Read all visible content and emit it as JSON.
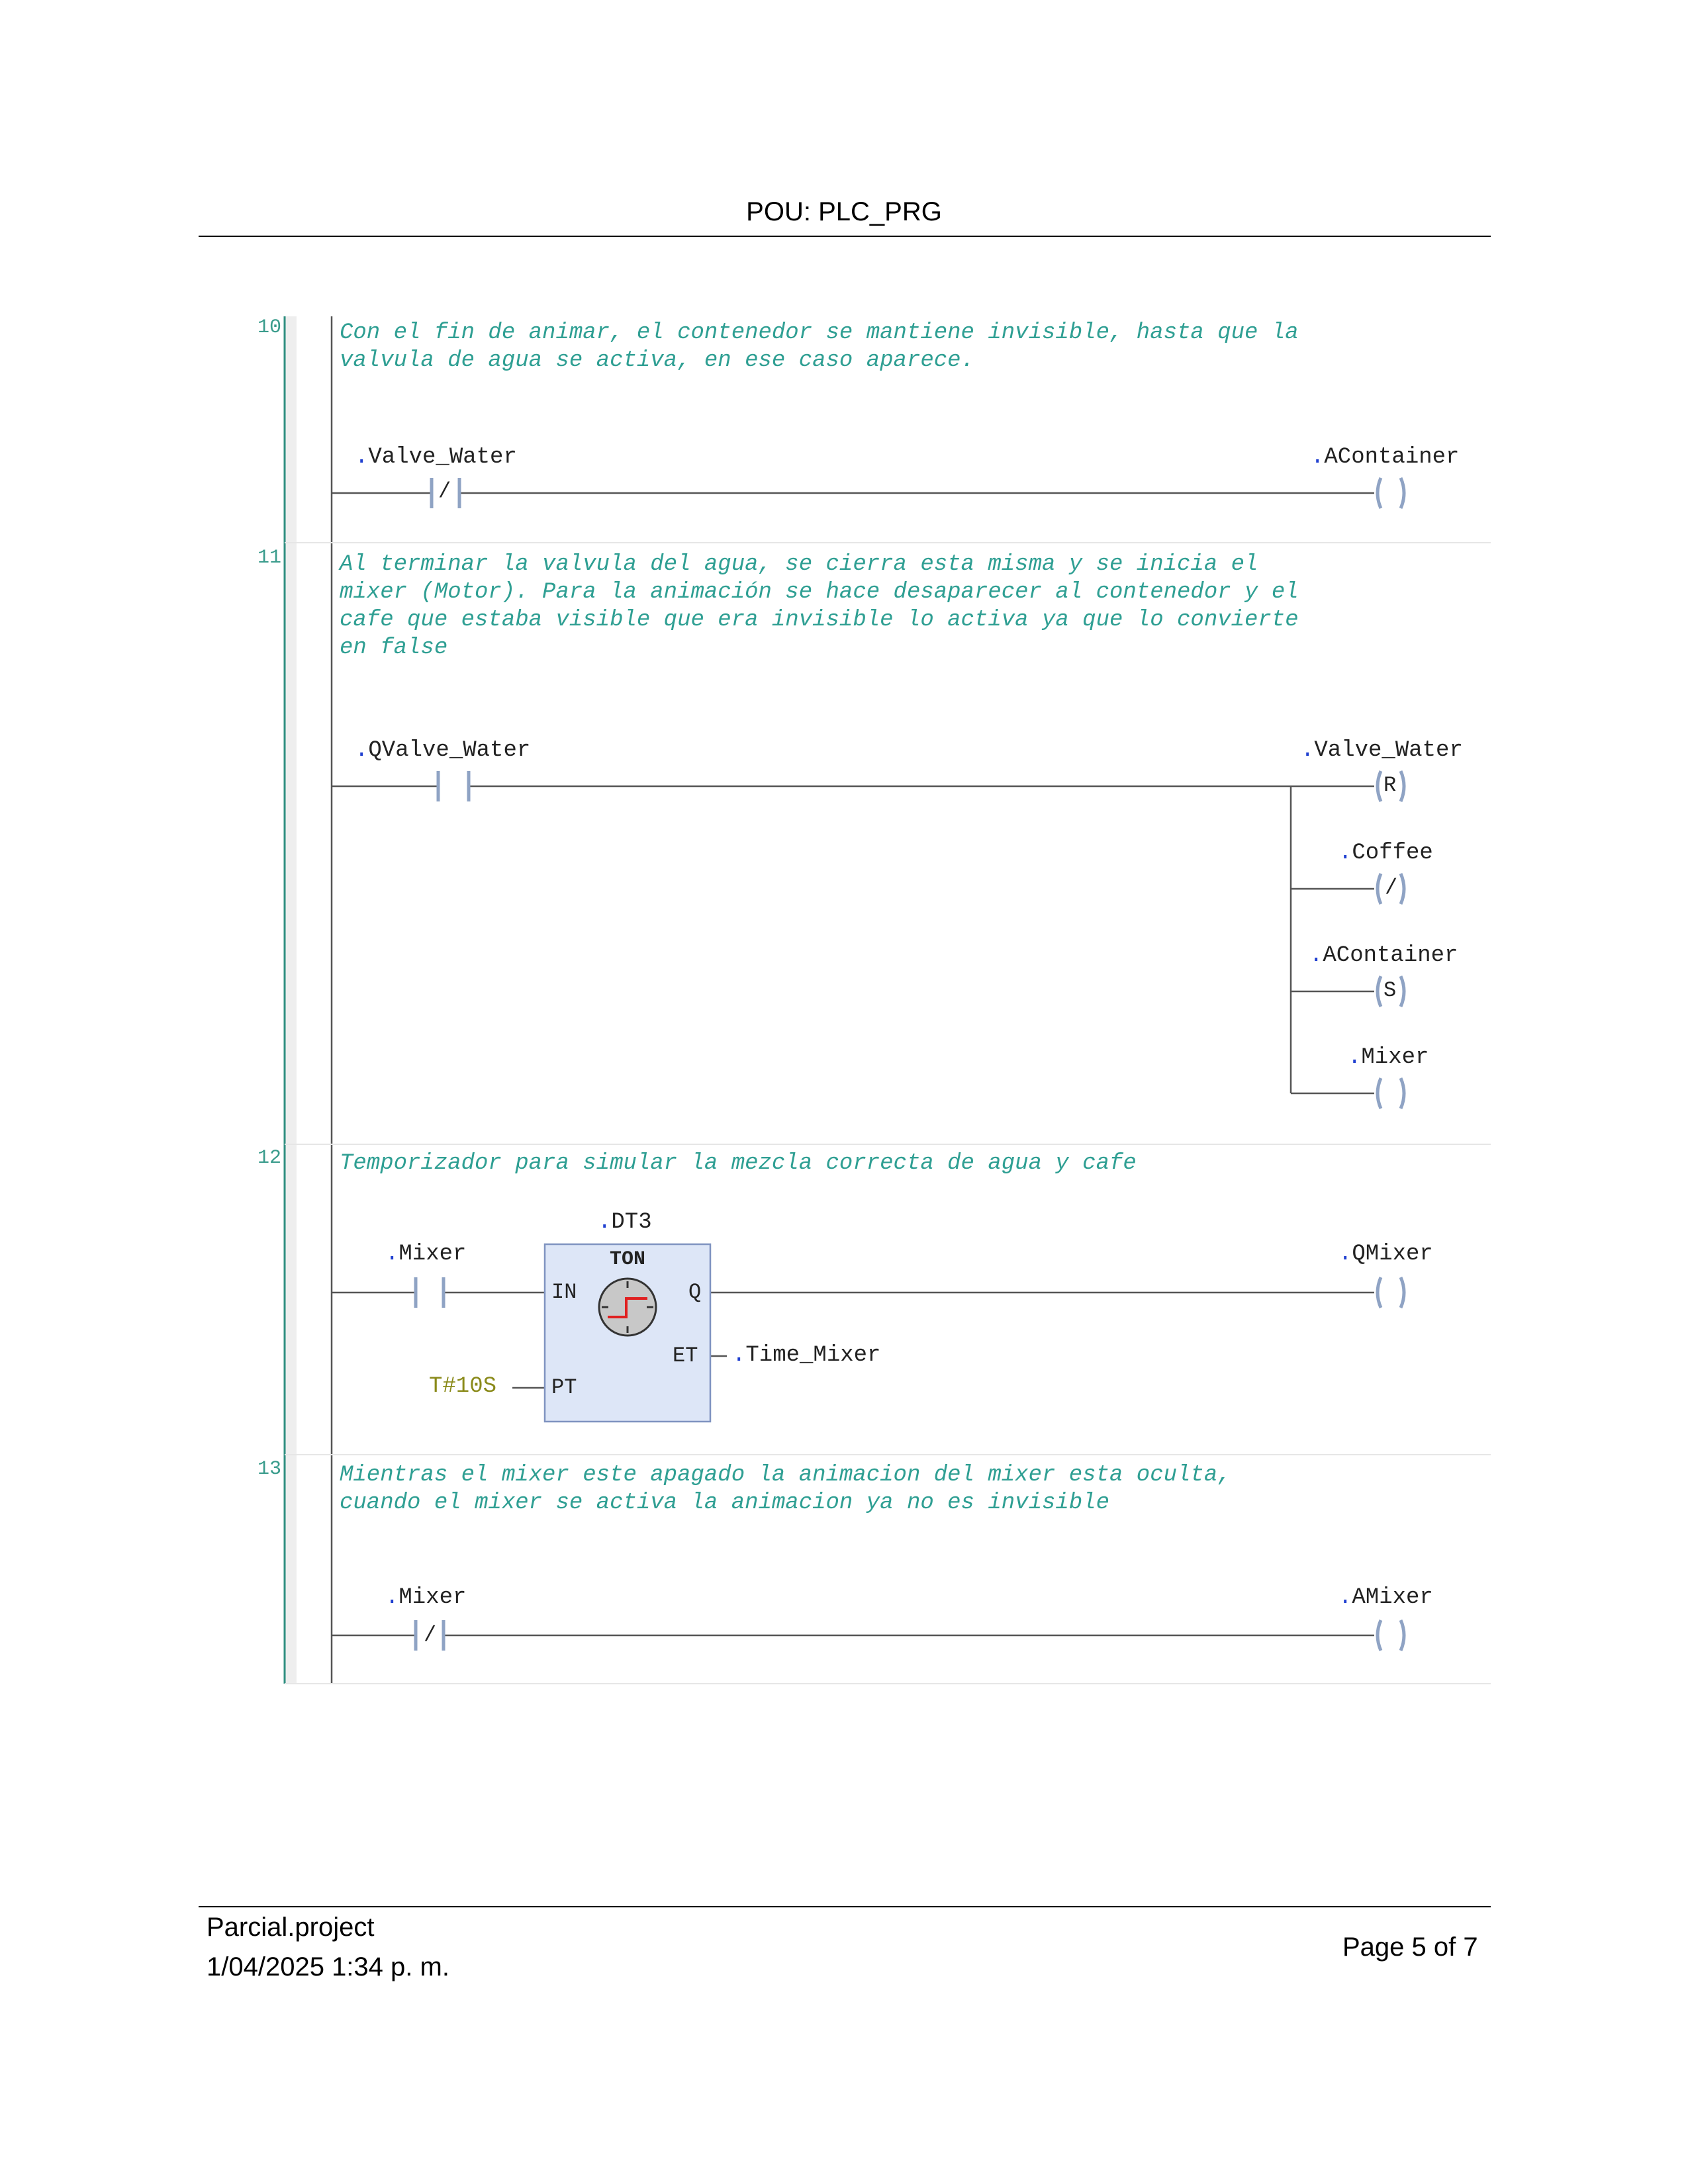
{
  "header": {
    "title": "POU: PLC_PRG"
  },
  "networks": [
    {
      "number": "10",
      "comment": "Con el fin de animar, el contenedor se mantiene invisible, hasta que la\nvalvula de agua se activa, en ese caso aparece.",
      "contact": {
        "var": "Valve_Water",
        "symbol": "/"
      },
      "coils": [
        {
          "var": "AContainer",
          "symbol": ""
        }
      ]
    },
    {
      "number": "11",
      "comment": "Al terminar la valvula del agua, se cierra esta misma y se inicia el\nmixer (Motor). Para la animación se hace desaparecer al contenedor y el\ncafe que estaba visible que era invisible lo activa ya que lo convierte\nen false",
      "contact": {
        "var": "QValve_Water",
        "symbol": ""
      },
      "coils": [
        {
          "var": "Valve_Water",
          "symbol": "R"
        },
        {
          "var": "Coffee",
          "symbol": "/"
        },
        {
          "var": "AContainer",
          "symbol": "S"
        },
        {
          "var": "Mixer",
          "symbol": ""
        }
      ]
    },
    {
      "number": "12",
      "comment": "Temporizador para simular la mezcla correcta de agua y cafe",
      "contact": {
        "var": "Mixer",
        "symbol": ""
      },
      "fb": {
        "instance": "DT3",
        "type": "TON",
        "in": "IN",
        "pt": "PT",
        "q": "Q",
        "et": "ET",
        "pt_value": "T#10S",
        "et_var": "Time_Mixer"
      },
      "coils": [
        {
          "var": "QMixer",
          "symbol": ""
        }
      ]
    },
    {
      "number": "13",
      "comment": "Mientras el mixer este apagado la animacion del mixer esta oculta,\ncuando el mixer se activa la animacion ya no es invisible",
      "contact": {
        "var": "Mixer",
        "symbol": "/"
      },
      "coils": [
        {
          "var": "AMixer",
          "symbol": ""
        }
      ]
    }
  ],
  "footer": {
    "project": "Parcial.project",
    "datetime": "1/04/2025 1:34 p. m.",
    "page": "Page 5 of 7"
  },
  "colors": {
    "comment": "#2f9f93",
    "rail": "#2f8f80",
    "fb_fill": "#dde6f7",
    "fb_border": "#7f93c0",
    "dot": "#1f3fd0"
  },
  "icons": {
    "timer": "clock-step-icon"
  }
}
